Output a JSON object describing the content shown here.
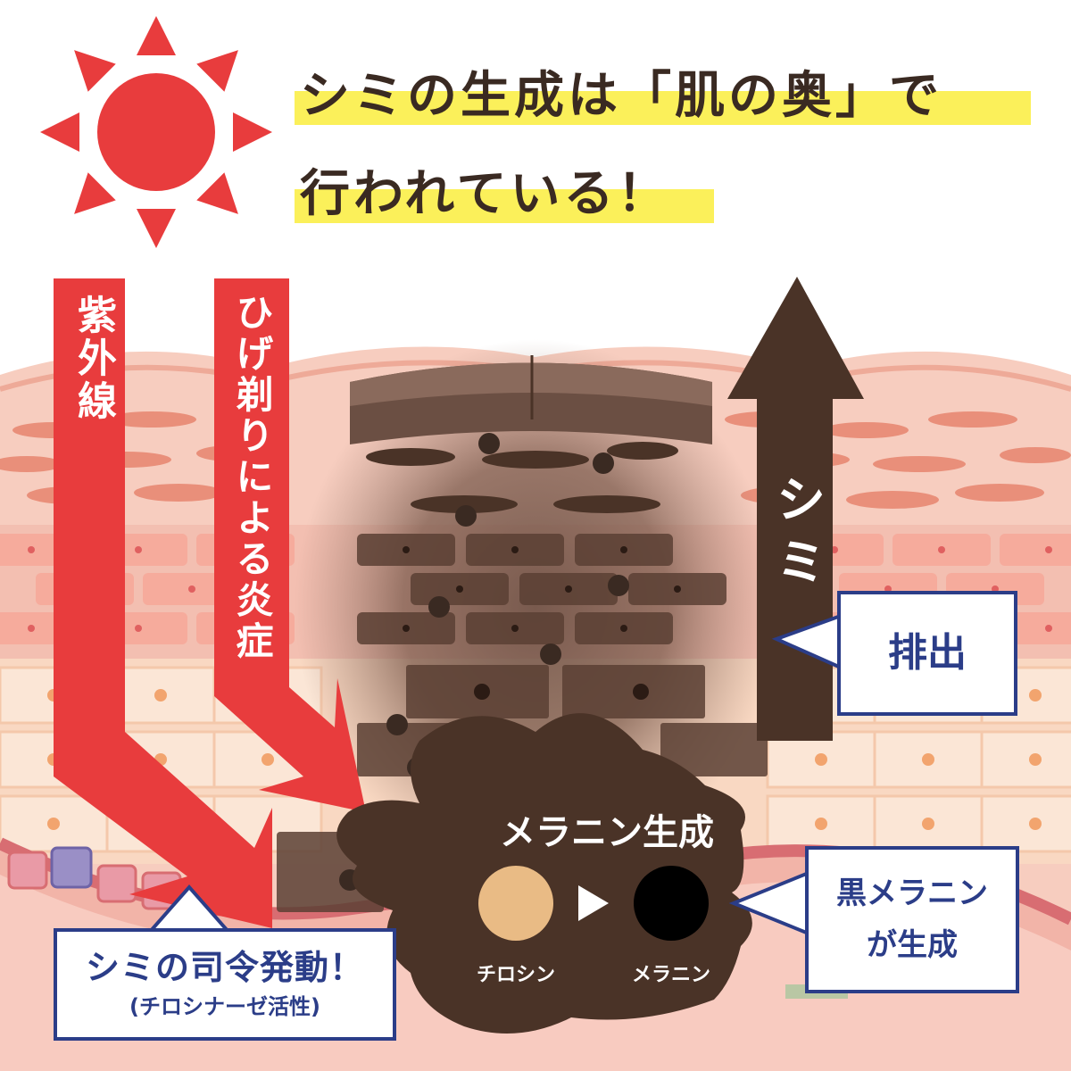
{
  "headline": {
    "line1": "シミの生成は「肌の奥」で",
    "line2": "行われている！"
  },
  "arrows": {
    "uv": "紫外線",
    "shaving": "ひげ剃りによる炎症",
    "shimi": "シミ"
  },
  "callouts": {
    "excretion": "排出",
    "black_melanin_line1": "黒メラニン",
    "black_melanin_line2": "が生成",
    "command_main": "シミの司令発動！",
    "command_sub": "(チロシナーゼ活性)"
  },
  "melanin_cell": {
    "title": "メラニン生成",
    "from_label": "チロシン",
    "to_label": "メラニン"
  },
  "colors": {
    "accent_red": "#e83c3d",
    "title_text": "#3a2a22",
    "highlight_yellow": "#fbf05a",
    "callout_blue": "#2b3d88",
    "melanocyte_brown": "#4a3327",
    "tyrosine": "#e9bb85",
    "melanin": "#000000"
  },
  "icons": {
    "sun": "sun-icon",
    "play": "play-triangle-icon"
  }
}
